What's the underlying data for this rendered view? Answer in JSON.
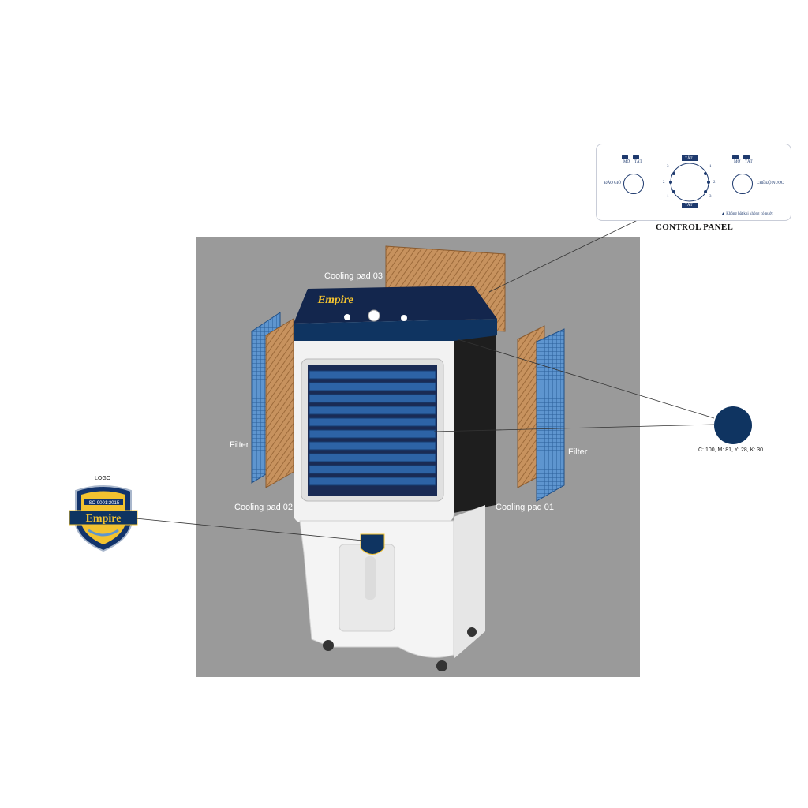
{
  "labels": {
    "cooling_pad_03": "Cooling pad 03",
    "cooling_pad_02": "Cooling pad 02",
    "cooling_pad_01": "Cooling pad 01",
    "filter_left": "Filter",
    "filter_right": "Filter",
    "logo": "LOGO",
    "control_panel": "CONTROL PANEL",
    "color_spec": "C: 100, M: 81,  Y: 28, K: 30"
  },
  "control_panel": {
    "left_knob_label": "ĐẢO GIÓ",
    "right_knob_label": "CHẾ ĐỘ NƯỚC",
    "dial_top": "TẮT",
    "dial_bottom": "TẮT",
    "left_icons": [
      "MỞ",
      "TẮT"
    ],
    "right_icons": [
      "MỞ",
      "TẮT"
    ],
    "warning": "Không bật khi không có nước",
    "dial_numbers": [
      "3",
      "2",
      "1",
      "1",
      "2",
      "3"
    ]
  },
  "product": {
    "brand": "Empire",
    "badge_text": "ISO 9001:2015"
  },
  "colors": {
    "brand_navy": "#0f3461",
    "pad_brown": "#c08a55",
    "filter_blue": "#2f6fb0",
    "background_grey": "#9a9a9a"
  }
}
